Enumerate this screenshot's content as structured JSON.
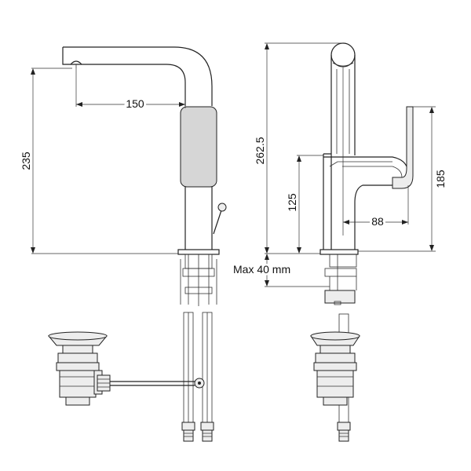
{
  "dimensions": {
    "spout_reach": "150",
    "side_height": "235",
    "total_height": "262.5",
    "spout_height": "125",
    "lever_height": "185",
    "lever_reach": "88",
    "max_thickness": "Max 40 mm"
  }
}
